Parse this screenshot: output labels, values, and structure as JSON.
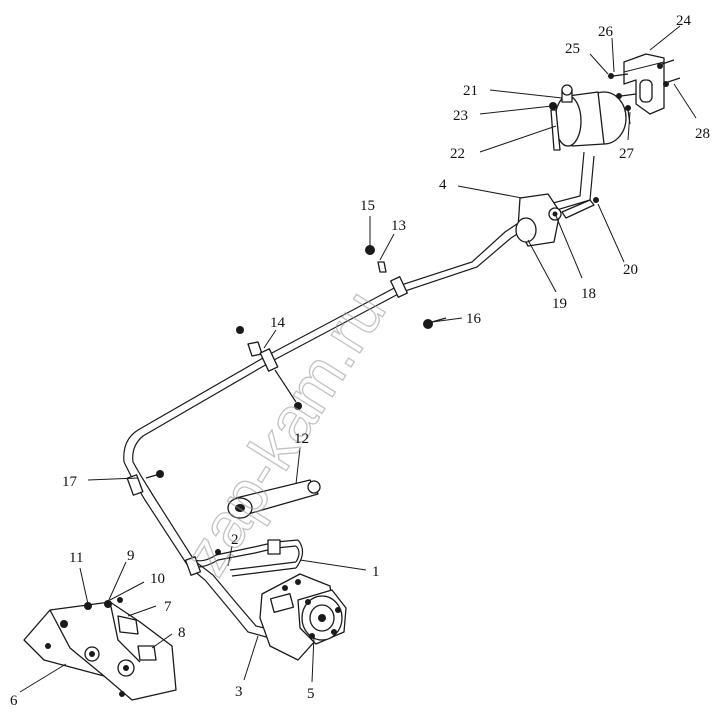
{
  "watermark": "zap-kam.ru",
  "callouts": [
    "1",
    "2",
    "3",
    "4",
    "5",
    "6",
    "7",
    "8",
    "9",
    "10",
    "11",
    "12",
    "13",
    "14",
    "15",
    "16",
    "17",
    "18",
    "19",
    "20",
    "21",
    "22",
    "23",
    "24",
    "25",
    "26",
    "27",
    "28"
  ],
  "colors": {
    "line": "#1a1a1a",
    "paper": "#ffffff",
    "watermark": "#9a9a9a"
  }
}
